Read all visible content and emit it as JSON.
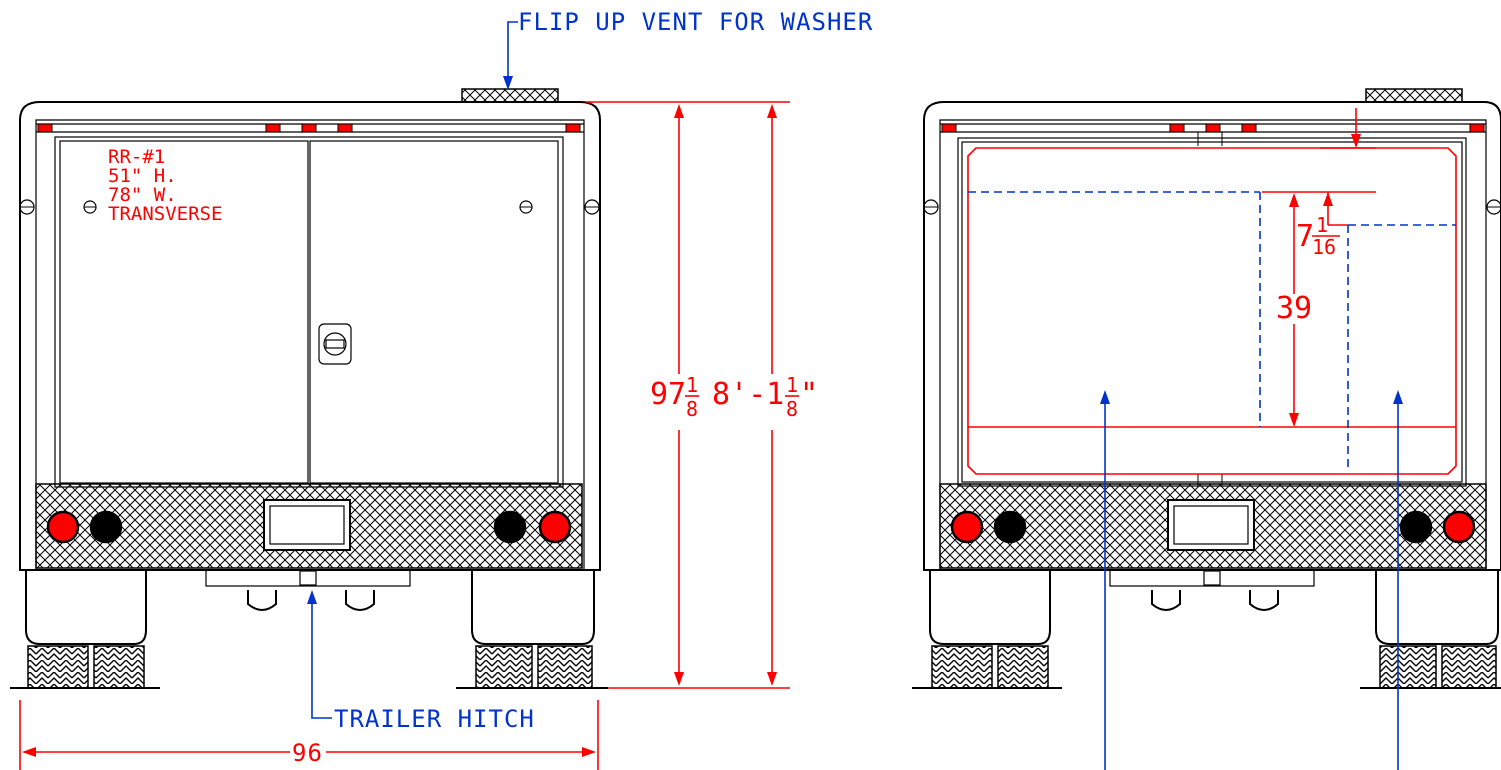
{
  "callouts": {
    "vent": "FLIP UP VENT FOR WASHER",
    "hitch": "TRAILER HITCH"
  },
  "compartment_label": {
    "line1": "RR-#1",
    "line2": "51\" H.",
    "line3": "78\" W.",
    "line4": "TRANSVERSE"
  },
  "dimensions": {
    "overall_height_whole": "97",
    "overall_height_num": "1",
    "overall_height_den": "8",
    "overall_height_ft": "8'-1",
    "overall_height_ft_num": "1",
    "overall_height_ft_den": "8",
    "overall_height_ft_suffix": "\"",
    "overall_width": "96",
    "shelf_height": "39",
    "offset_whole": "7",
    "offset_num": "1",
    "offset_den": "16"
  },
  "colors": {
    "outline": "#000000",
    "dimension": "#ff0000",
    "callout": "#0033cc"
  }
}
